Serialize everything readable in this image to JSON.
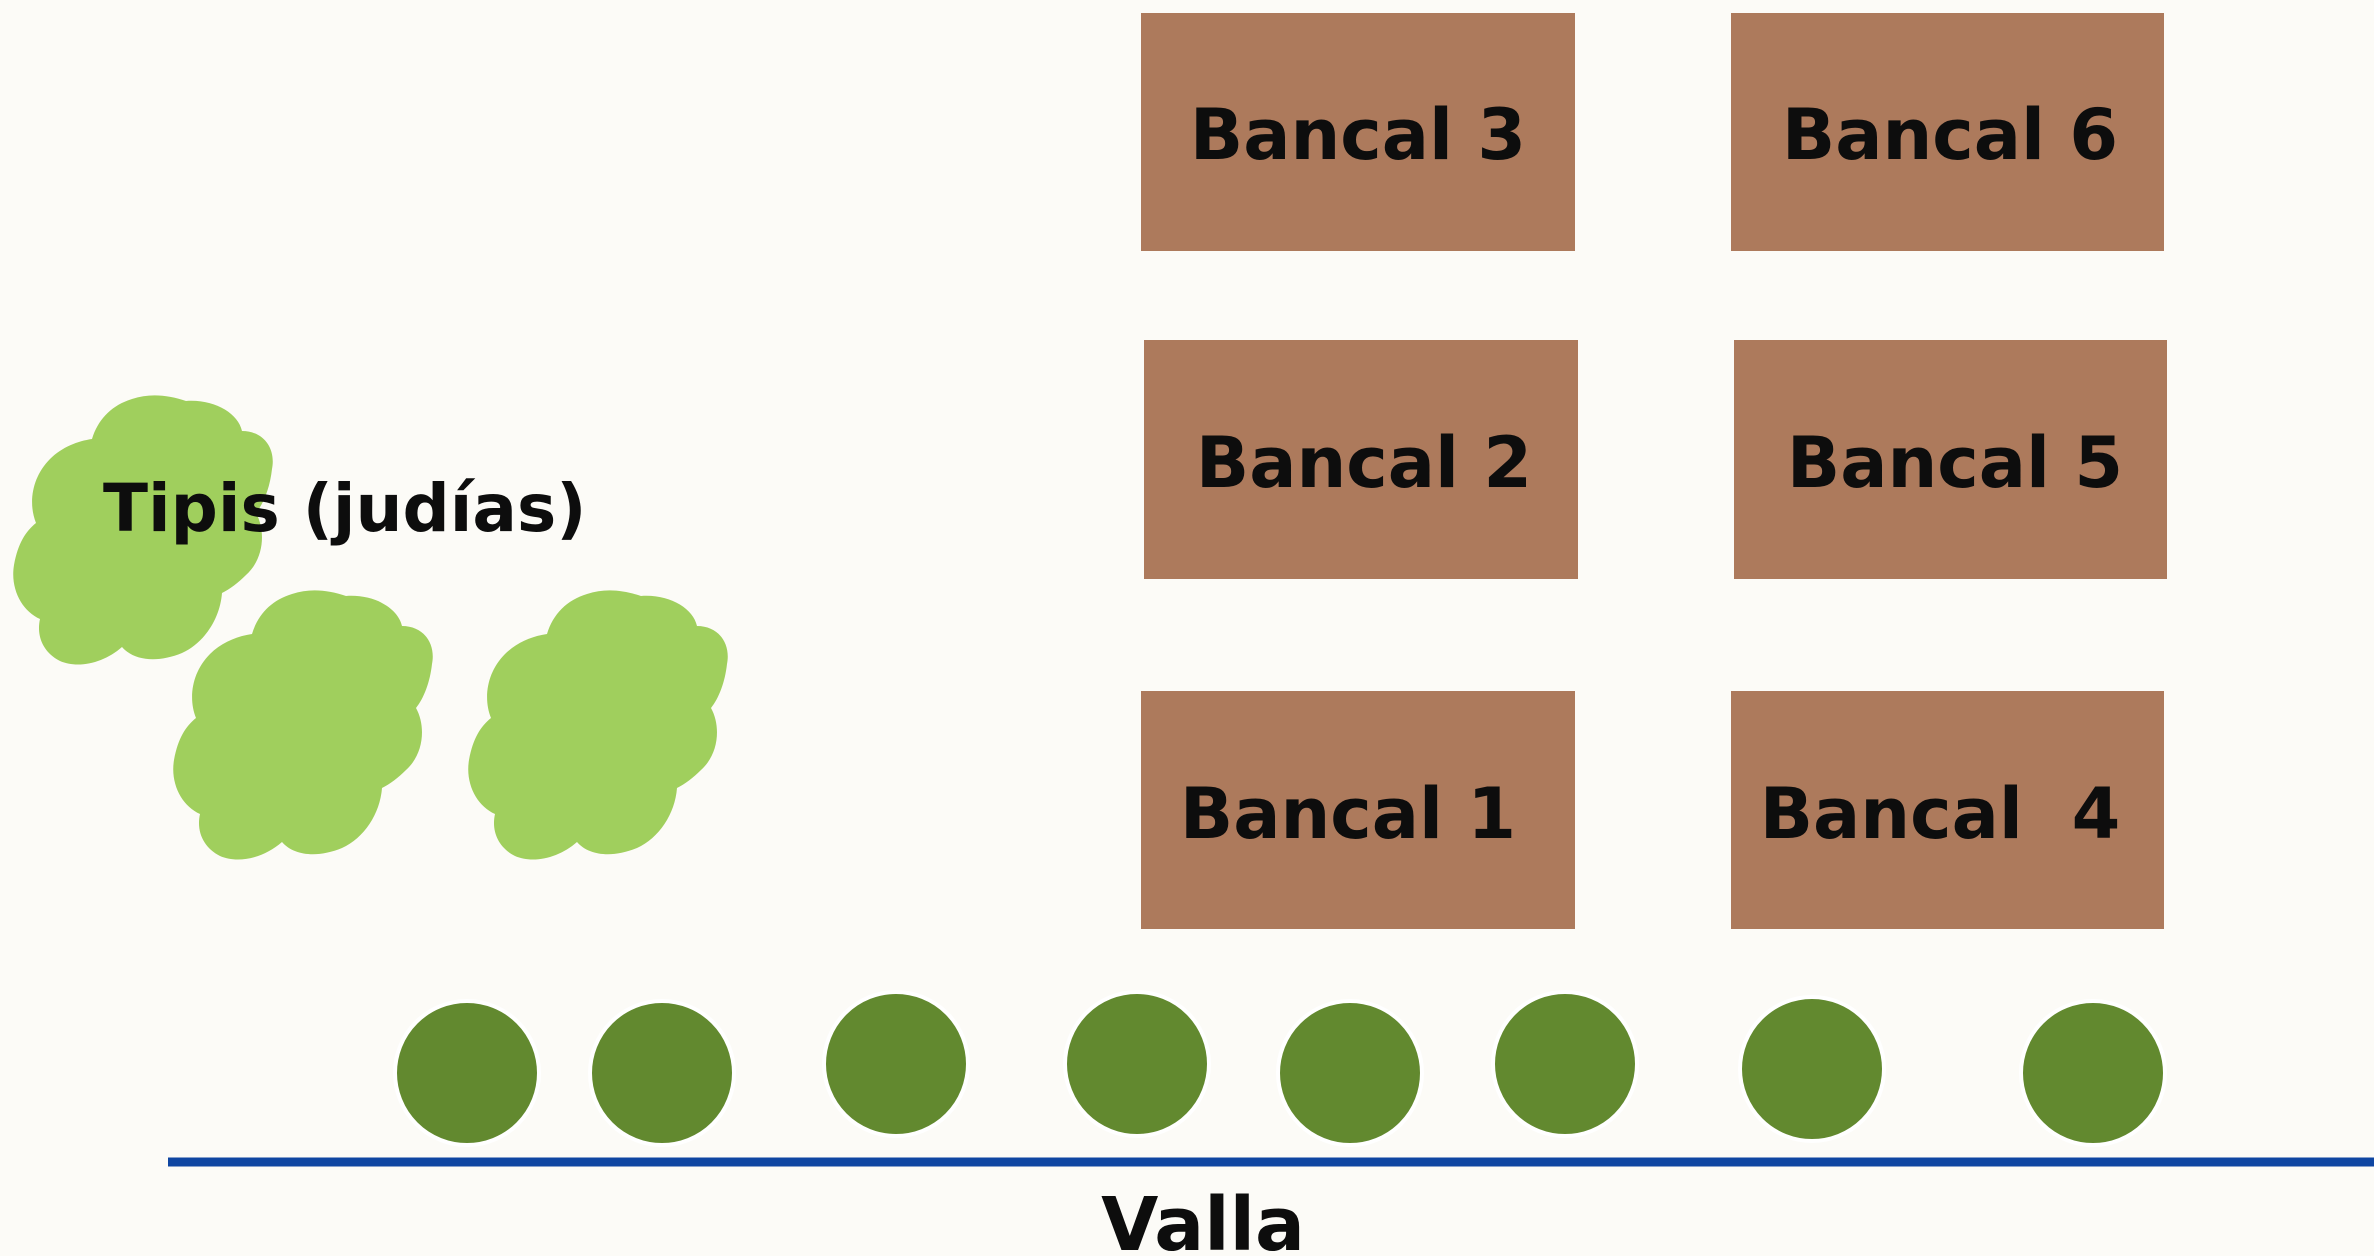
{
  "colors": {
    "background": "#fcfbf7",
    "bed": "#ad7a5c",
    "shrub": "#a0cf5d",
    "tree": "#62892f",
    "fence": "#0f46a2",
    "text": "#0d0d0d"
  },
  "beds": {
    "bed_1": "Bancal 1",
    "bed_2": "Bancal 2",
    "bed_3": "Bancal 3",
    "bed_4": "Bancal  4",
    "bed_5": "Bancal 5",
    "bed_6": "Bancal 6"
  },
  "tipis_label": "Tipis (judías)",
  "fence_label": "Valla",
  "icons": {
    "shrub": "bush-icon",
    "tree": "tree-icon"
  }
}
